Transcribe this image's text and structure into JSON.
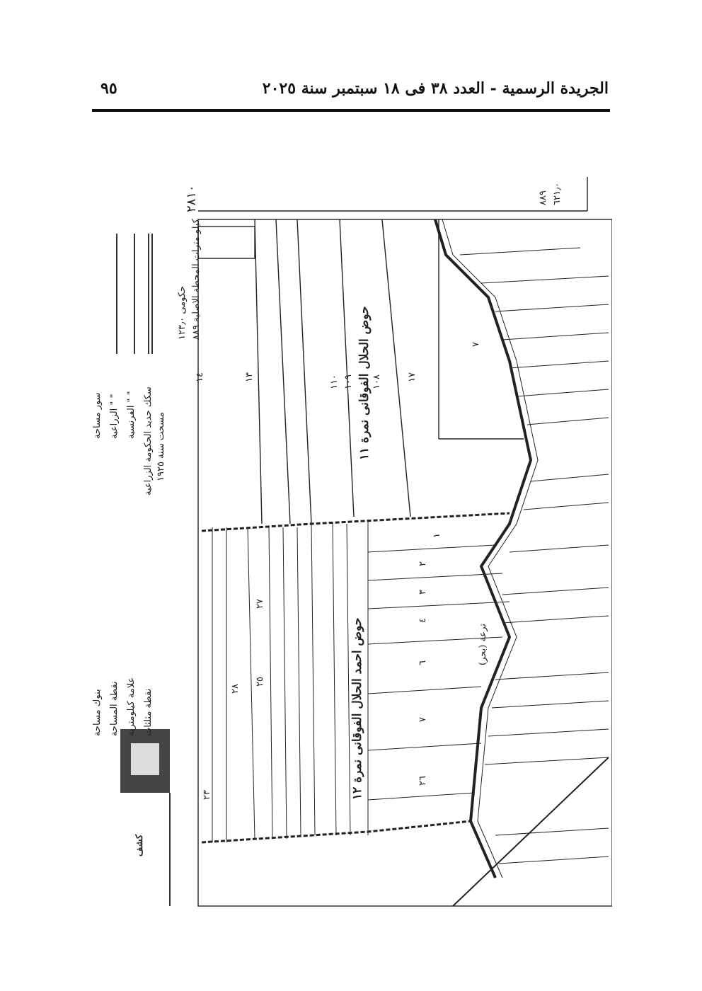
{
  "header": {
    "title": "الجريدة الرسمية - العدد ٣٨ فى ١٨ سبتمبر سنة ٢٠٢٥",
    "page_number": "٩٥"
  },
  "map": {
    "basin_1": "حوض الحلال الفوقانى نمرة ١١",
    "basin_2": "حوض احمد الحلال الفوقانى نمرة ١٢",
    "canal": "ترعة (بحر)",
    "sheet_ref_top": "٨٨٩",
    "sheet_ref_bottom": "٦٢١٫٠",
    "sheet_note": "كيلو مترات المحطة الاصلية ٨٨٩",
    "edge_note": "حكومى ١٢٣٫٠",
    "handwritten": "٢٨١٠",
    "parcels": [
      "٧",
      "١٧",
      "١٠٨",
      "١٠٩",
      "١١٠",
      "١٣",
      "١٤",
      "١",
      "٢",
      "٣",
      "٤",
      "٦",
      "٧",
      "٢٦",
      "٢٧",
      "٢٥",
      "٢٨",
      "٢٣"
    ]
  },
  "legend": {
    "survey_year": "مسحت سنة ١٩٢٥",
    "items": [
      "سكك حديد الحكومة الزراعية",
      "\" \" الفرنسية",
      "\" \" الزراعية",
      "سور مساحة",
      "نقطة مثلثات",
      "علامة كيلومترية",
      "نقطة المساحة",
      "بنوك مساحة"
    ],
    "stamp": "كشف"
  }
}
